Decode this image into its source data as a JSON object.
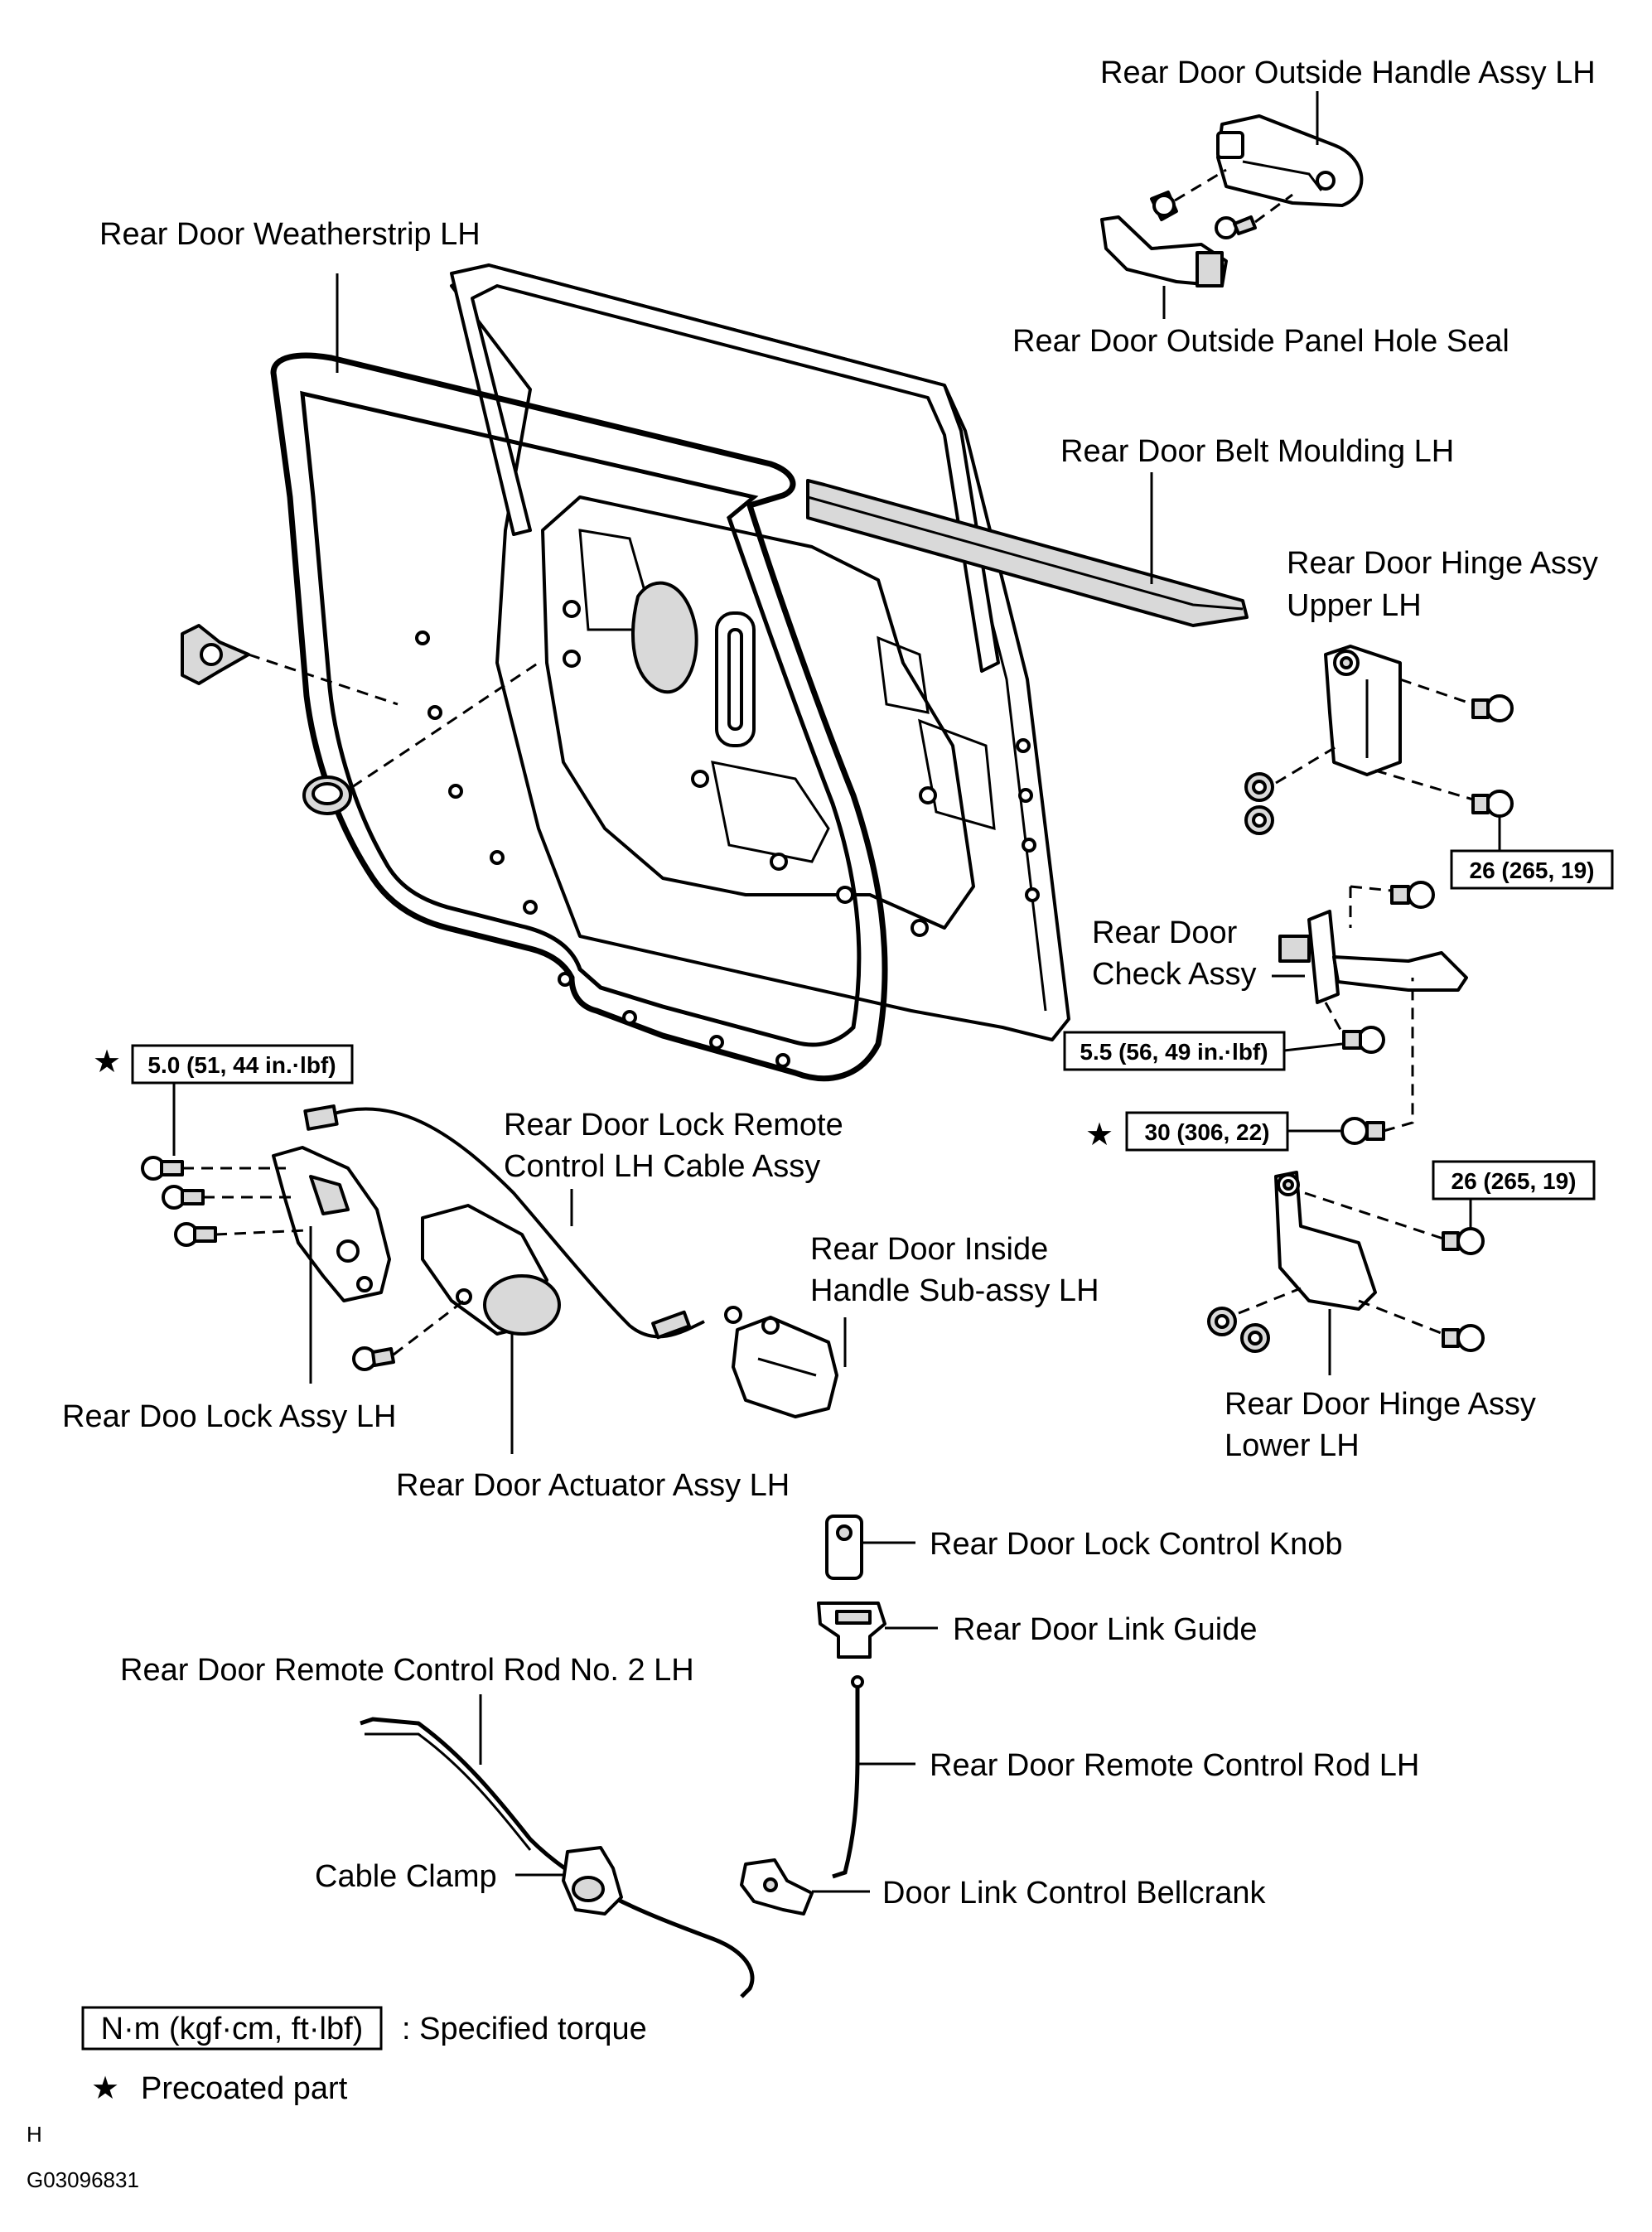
{
  "labels": {
    "outside_handle": "Rear Door Outside Handle Assy LH",
    "weatherstrip": "Rear Door Weatherstrip LH",
    "panel_hole_seal": "Rear Door Outside Panel Hole Seal",
    "belt_moulding": "Rear Door Belt Moulding LH",
    "hinge_upper_1": "Rear Door Hinge Assy",
    "hinge_upper_2": "Upper LH",
    "check_1": "Rear Door",
    "check_2": "Check Assy",
    "lock_cable_1": "Rear Door Lock Remote",
    "lock_cable_2": "Control LH Cable Assy",
    "inside_handle_1": "Rear Door Inside",
    "inside_handle_2": "Handle Sub-assy LH",
    "lock_assy": "Rear Doo Lock Assy LH",
    "actuator": "Rear Door Actuator Assy LH",
    "hinge_lower_1": "Rear Door Hinge Assy",
    "hinge_lower_2": "Lower LH",
    "lock_knob": "Rear Door Lock Control Knob",
    "link_guide": "Rear Door Link Guide",
    "rod2": "Rear Door Remote Control Rod No. 2 LH",
    "rod": "Rear Door Remote Control Rod LH",
    "cable_clamp": "Cable Clamp",
    "bellcrank": "Door Link Control Bellcrank"
  },
  "torques": {
    "lock": "5.0 (51, 44 in.·lbf)",
    "hinge_upper": "26 (265, 19)",
    "check": "5.5 (56, 49 in.·lbf)",
    "check_star": "30 (306, 22)",
    "hinge_lower": "26 (265, 19)"
  },
  "legend": {
    "unit": "N·m (kgf·cm, ft·lbf)",
    "unit_desc": ": Specified torque",
    "star": "★",
    "star_desc": "Precoated part"
  },
  "footer": {
    "code": "H",
    "figure_id": "G03096831"
  }
}
